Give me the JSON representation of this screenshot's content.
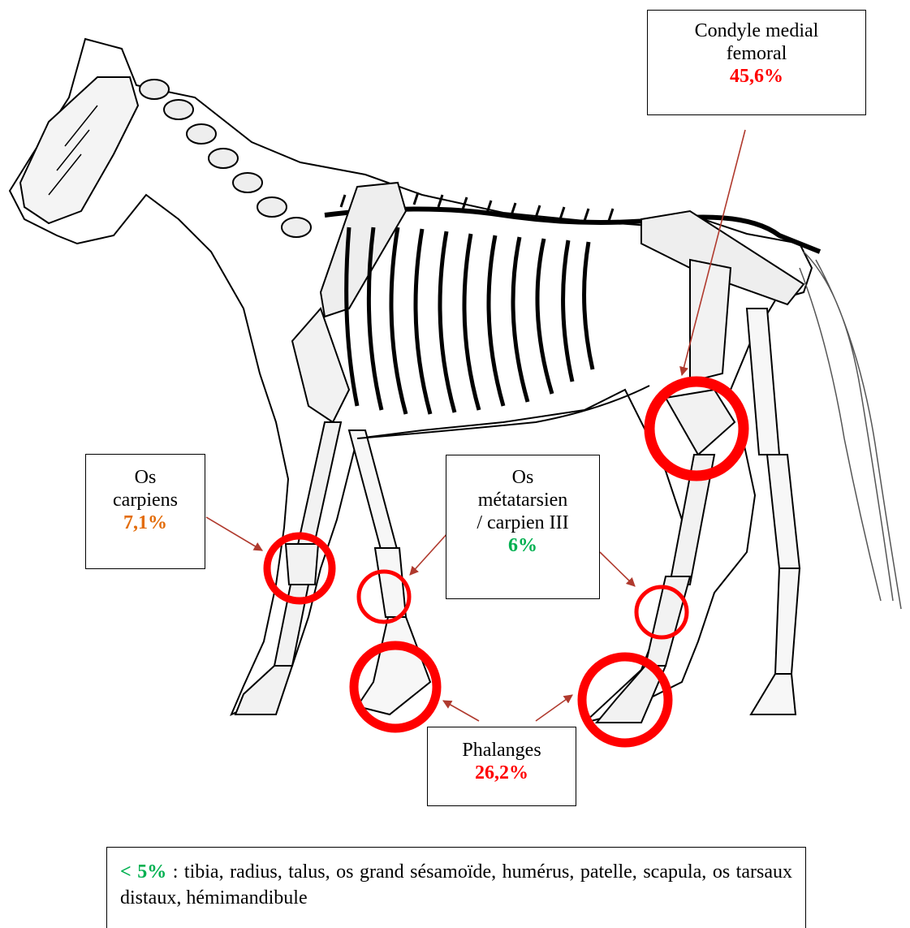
{
  "labels": {
    "condyle": {
      "line1": "Condyle medial",
      "line2": "femoral",
      "pct": "45,6%",
      "color": "#ff0000"
    },
    "carpiens": {
      "line1": "Os",
      "line2": "carpiens",
      "pct": "7,1%",
      "color": "#e36c0a"
    },
    "metatarsien": {
      "line1": "Os",
      "line2": "métatarsien",
      "line3": "/ carpien III",
      "pct": "6%",
      "color": "#00b050"
    },
    "phalanges": {
      "line1": "Phalanges",
      "pct": "26,2%",
      "color": "#ff0000"
    }
  },
  "legend": {
    "threshold": "< 5%",
    "text": " : tibia, radius, talus, os grand sésamoïde, humérus, patelle, scapula, os tarsaux distaux, hémimandibule"
  },
  "colors": {
    "circle": "#ff0000",
    "arrow": "#b03a2e"
  }
}
